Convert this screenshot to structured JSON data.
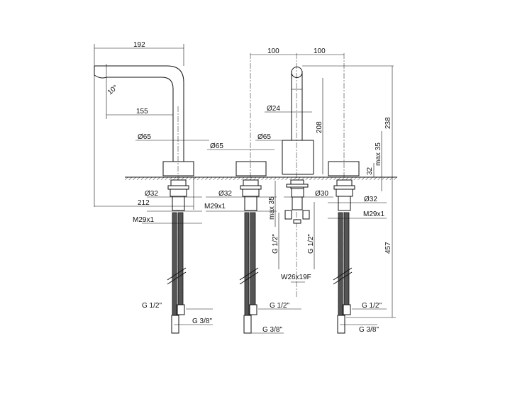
{
  "drawing": {
    "left_spout": {
      "width": "192",
      "reach": "155",
      "angle": "10°",
      "base_dia": "Ø65",
      "shank_dia": "Ø32",
      "depth": "212",
      "thread": "M29x1",
      "inlet": "G 1/2\"",
      "outlet": "G 3/8\""
    },
    "mid_valve": {
      "spacing": "100",
      "base_dia": "Ø65",
      "shank_dia": "Ø32",
      "thread": "M29x1",
      "inlet": "G 1/2\"",
      "outlet": "G 3/8\""
    },
    "center_spout": {
      "spacing": "100",
      "pipe_dia": "Ø24",
      "base_dia": "Ø65",
      "spout_height": "208",
      "shank_dia": "Ø30",
      "max_counter": "max 35",
      "g_left": "G 1/2\"",
      "g_right": "G 1/2\"",
      "wrench": "W26x19F"
    },
    "right_valve": {
      "shank_dia": "Ø32",
      "thread": "M29x1",
      "inlet": "G 1/2\"",
      "outlet": "G 3/8\""
    },
    "overall": {
      "height": "238",
      "max_counter": "max 35",
      "base_height": "32",
      "hose_length": "457"
    }
  }
}
